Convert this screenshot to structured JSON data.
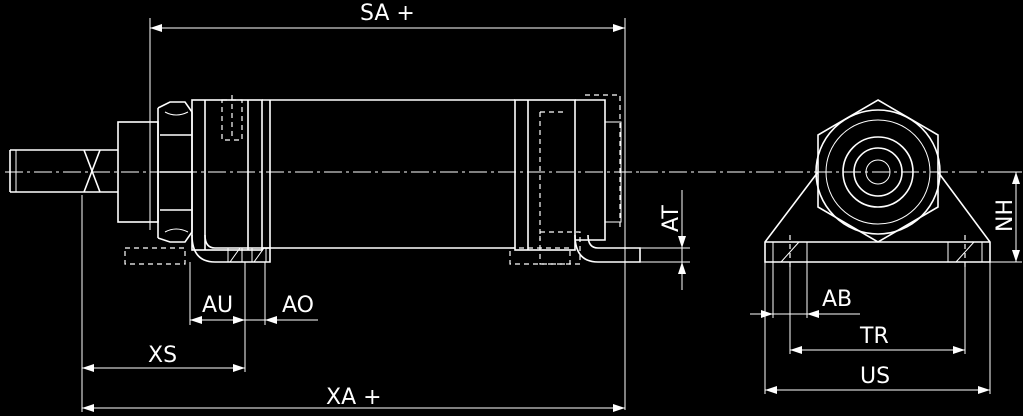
{
  "drawing": {
    "labels": {
      "sa": "SA +",
      "xa": "XA +",
      "xs": "XS",
      "au": "AU",
      "ao": "AO",
      "at": "AT",
      "nh": "NH",
      "ab": "AB",
      "tr": "TR",
      "us": "US"
    }
  }
}
